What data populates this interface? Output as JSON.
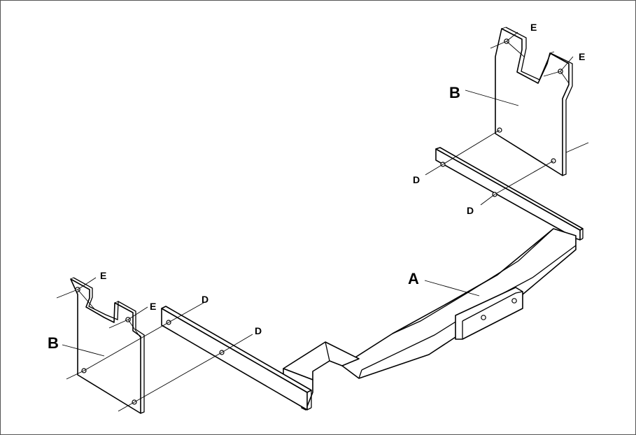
{
  "labels": {
    "a": "A",
    "b": "B",
    "d": "D",
    "e": "E"
  }
}
